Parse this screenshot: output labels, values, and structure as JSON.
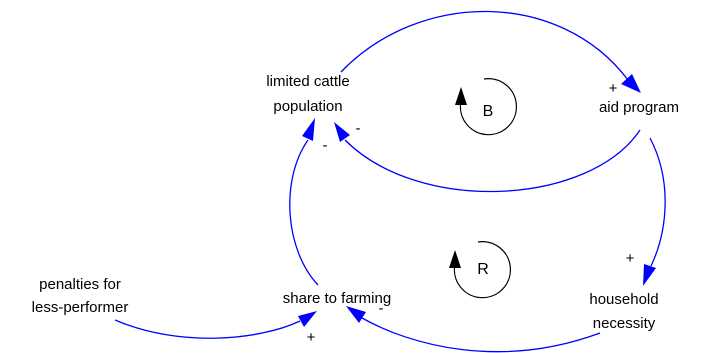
{
  "colors": {
    "link": "#0000ff",
    "arrowhead": "#0000ff",
    "loop": "#000000",
    "text": "#000000",
    "background": "#ffffff"
  },
  "nodes": {
    "cattle_line1": "limited cattle",
    "cattle_line2": "population",
    "aid_program": "aid program",
    "household_line1": "household",
    "household_line2": "necessity",
    "share_to_farming": "share to farming",
    "penalties_line1": "penalties for",
    "penalties_line2": "less-performer"
  },
  "links": {
    "cattle_to_aid": "+",
    "aid_to_cattle": "-",
    "aid_to_household": "+",
    "household_to_share": "-",
    "share_to_cattle": "-",
    "penalties_to_share": "+"
  },
  "loops": {
    "upper": "B",
    "lower": "R"
  }
}
